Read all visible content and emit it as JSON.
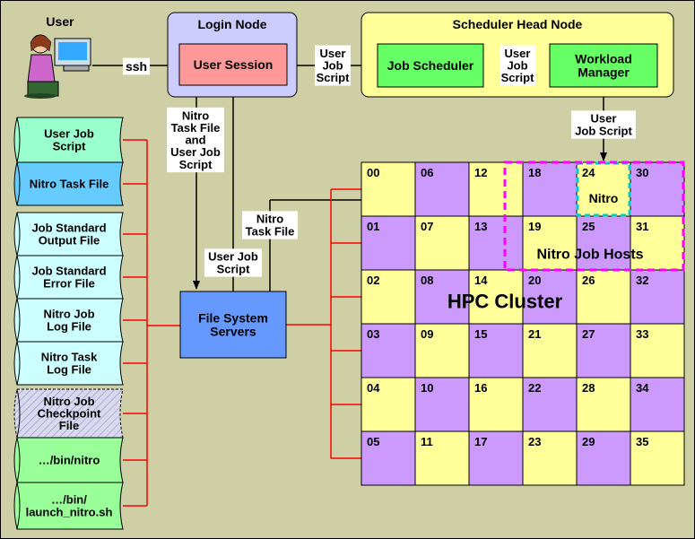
{
  "user": {
    "label": "User",
    "icon": "person-at-computer-icon",
    "ssh_label": "ssh"
  },
  "login_node": {
    "title": "Login Node",
    "session_label": "User Session"
  },
  "scheduler_node": {
    "title": "Scheduler Head Node",
    "job_scheduler_label": "Job Scheduler",
    "workload_manager_label": [
      "Workload",
      "Manager"
    ]
  },
  "edge_labels": {
    "session_to_scheduler": [
      "User",
      "Job",
      "Script"
    ],
    "scheduler_to_manager": [
      "User",
      "Job",
      "Script"
    ],
    "manager_to_nitro": [
      "User",
      "Job Script"
    ],
    "session_to_fs": [
      "Nitro",
      "Task File",
      "and",
      "User Job",
      "Script"
    ],
    "fs_to_session": [
      "User Job",
      "Script"
    ],
    "fs_to_nitro": [
      "Nitro",
      "Task File"
    ]
  },
  "files": [
    {
      "label": [
        "User Job",
        "Script"
      ],
      "color": "#99ffcc",
      "hatched": false
    },
    {
      "label": [
        "Nitro Task File"
      ],
      "color": "#66ccff",
      "hatched": false
    },
    {
      "label": [
        "Job Standard",
        "Output File"
      ],
      "color": "#ccffff",
      "hatched": false
    },
    {
      "label": [
        "Job Standard",
        "Error File"
      ],
      "color": "#ccffff",
      "hatched": false
    },
    {
      "label": [
        "Nitro Job",
        "Log File"
      ],
      "color": "#ccffff",
      "hatched": false
    },
    {
      "label": [
        "Nitro Task",
        "Log File"
      ],
      "color": "#ccffff",
      "hatched": false
    },
    {
      "label": [
        "Nitro Job",
        "Checkpoint",
        "File"
      ],
      "color": "#ccccee",
      "hatched": true
    },
    {
      "label": [
        "…/bin/nitro"
      ],
      "color": "#99ff99",
      "hatched": false
    },
    {
      "label": [
        "…/bin/",
        "launch_nitro.sh"
      ],
      "color": "#99ff99",
      "hatched": false
    }
  ],
  "file_system": {
    "label": [
      "File System",
      "Servers"
    ]
  },
  "cluster": {
    "title": "HPC Cluster",
    "nitro_hosts_label": "Nitro Job Hosts",
    "nitro_label": "Nitro",
    "rows": [
      [
        "00",
        "06",
        "12",
        "18",
        "24",
        "30"
      ],
      [
        "01",
        "07",
        "13",
        "19",
        "25",
        "31"
      ],
      [
        "02",
        "08",
        "14",
        "20",
        "26",
        "32"
      ],
      [
        "03",
        "09",
        "15",
        "21",
        "27",
        "33"
      ],
      [
        "04",
        "10",
        "16",
        "22",
        "28",
        "34"
      ],
      [
        "05",
        "11",
        "17",
        "23",
        "29",
        "35"
      ]
    ]
  },
  "colors": {
    "background": "#cfcfa6",
    "node_panel_login": "#ccccff",
    "node_panel_scheduler": "#ffff99",
    "user_session": "#ff9999",
    "green_box": "#66ff66",
    "fs_box": "#6699ff",
    "cell_yellow": "#ffff99",
    "cell_purple": "#cc99ff",
    "connector_red": "#ff0000",
    "nitro_hosts_border": "#ff00ff",
    "nitro_cell_border": "#00cccc",
    "nitro_text": "#3399ff"
  }
}
